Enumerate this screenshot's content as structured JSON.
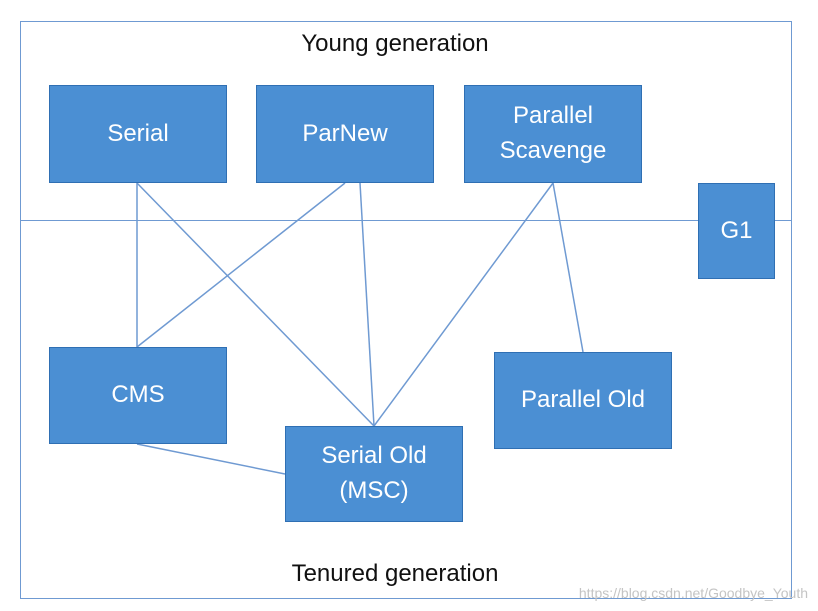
{
  "regions": {
    "young": "Young generation",
    "tenured": "Tenured generation"
  },
  "collectors": {
    "serial": "Serial",
    "parnew": "ParNew",
    "parallel_scavenge": "Parallel\nScavenge",
    "g1": "G1",
    "cms": "CMS",
    "serial_old": "Serial Old\n(MSC)",
    "parallel_old": "Parallel Old"
  },
  "connections": [
    {
      "from": "Serial",
      "to": "CMS"
    },
    {
      "from": "Serial",
      "to": "Serial Old (MSC)"
    },
    {
      "from": "ParNew",
      "to": "CMS"
    },
    {
      "from": "ParNew",
      "to": "Serial Old (MSC)"
    },
    {
      "from": "Parallel Scavenge",
      "to": "Serial Old (MSC)"
    },
    {
      "from": "Parallel Scavenge",
      "to": "Parallel Old"
    },
    {
      "from": "CMS",
      "to": "Serial Old (MSC)"
    }
  ],
  "colors": {
    "box_fill": "#4b8fd3",
    "box_border": "#2f6fb3",
    "line": "#6f9ad2"
  },
  "watermark": "https://blog.csdn.net/Goodbye_Youth"
}
